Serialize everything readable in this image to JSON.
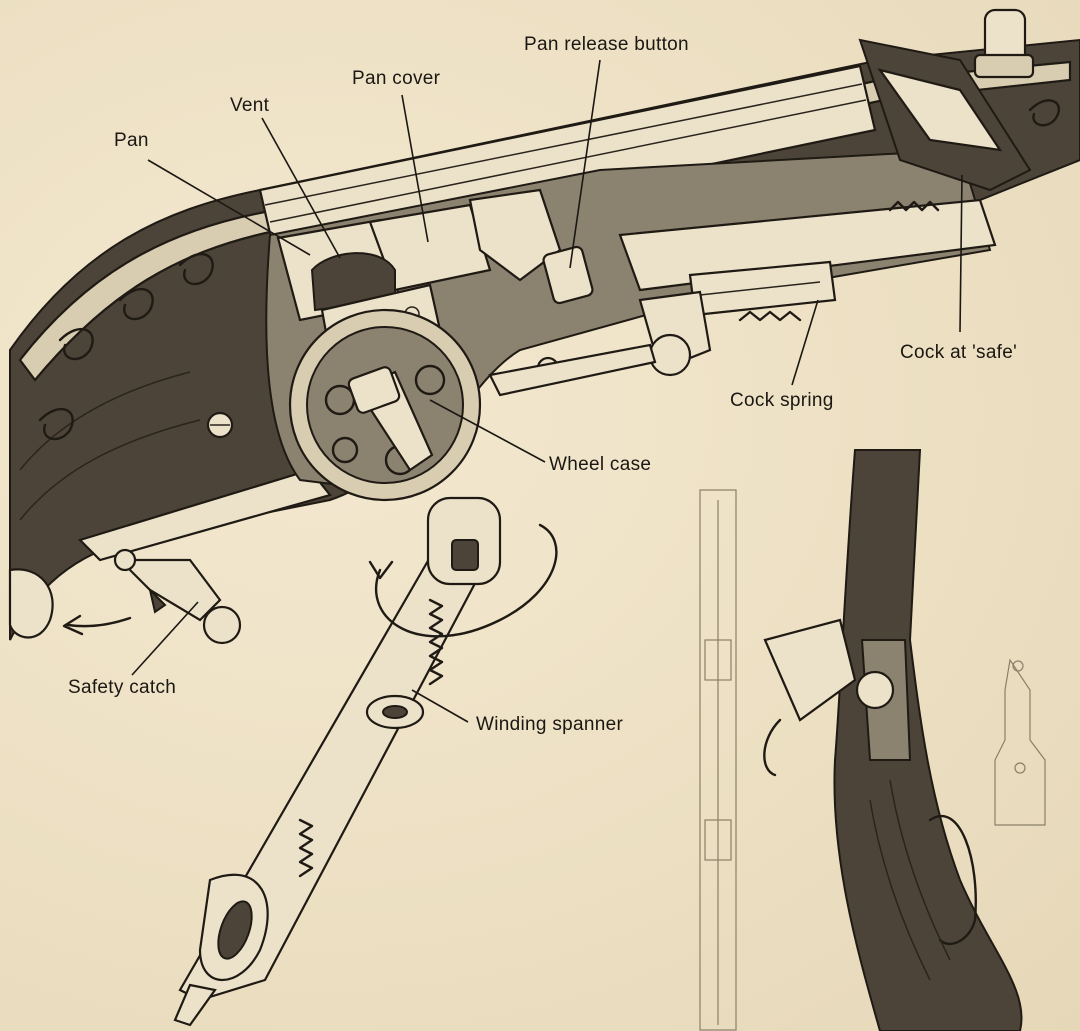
{
  "labels": {
    "pan": "Pan",
    "vent": "Vent",
    "pan_cover": "Pan cover",
    "pan_release_button": "Pan release button",
    "cock_at_safe": "Cock at 'safe'",
    "cock_spring": "Cock spring",
    "wheel_case": "Wheel case",
    "safety_catch": "Safety catch",
    "winding_spanner": "Winding spanner"
  },
  "colors": {
    "paper": "#efe3c8",
    "ink": "#1f1a14"
  }
}
